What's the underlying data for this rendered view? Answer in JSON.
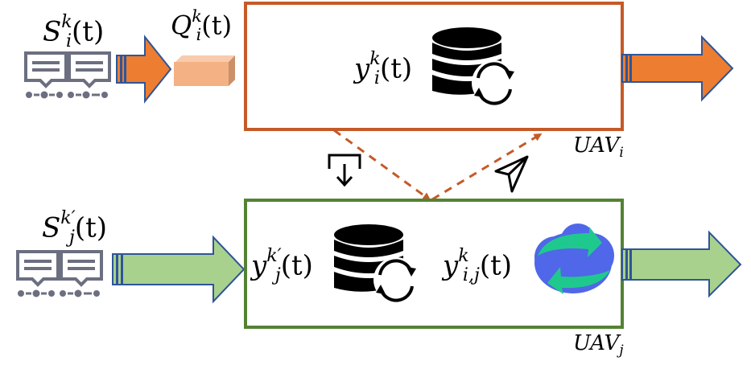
{
  "diagram": {
    "colors": {
      "uav_i_border": "#C55A28",
      "uav_j_border": "#548235",
      "orange_arrow": "#ED7D31",
      "green_arrow": "#A9D18E",
      "arrow_outline": "#2F5597",
      "queue_box": "#F4B183",
      "dashed_link": "#C55A28",
      "message_icon": "#6B6F80",
      "cloud_blue": "#4F67E8",
      "cloud_green": "#1FC98E"
    },
    "top_source": {
      "base": "S",
      "sub": "i",
      "sup": "k",
      "arg": "(t)"
    },
    "queue": {
      "base": "Q",
      "sub": "i",
      "sup": "k",
      "arg": "(t)"
    },
    "uav_i": {
      "label_base": "UAV",
      "label_sub": "i",
      "model": {
        "base": "y",
        "sub": "i",
        "sup": "k",
        "arg": "(t)"
      }
    },
    "bottom_source": {
      "base": "S",
      "sub": "j",
      "sup": "k′",
      "arg": "(t)"
    },
    "uav_j": {
      "label_base": "UAV",
      "label_sub": "j",
      "local_model": {
        "base": "y",
        "sub": "j",
        "sup": "k′",
        "arg": "(t)"
      },
      "shared_model": {
        "base": "y",
        "sub": "i,j",
        "sup": "k",
        "arg": "(t)"
      }
    },
    "icons": {
      "download": "download-icon",
      "send": "paper-plane-icon",
      "database": "database-sync-icon",
      "cloud": "cloud-sync-icon",
      "messages": "message-stream-icon"
    }
  }
}
